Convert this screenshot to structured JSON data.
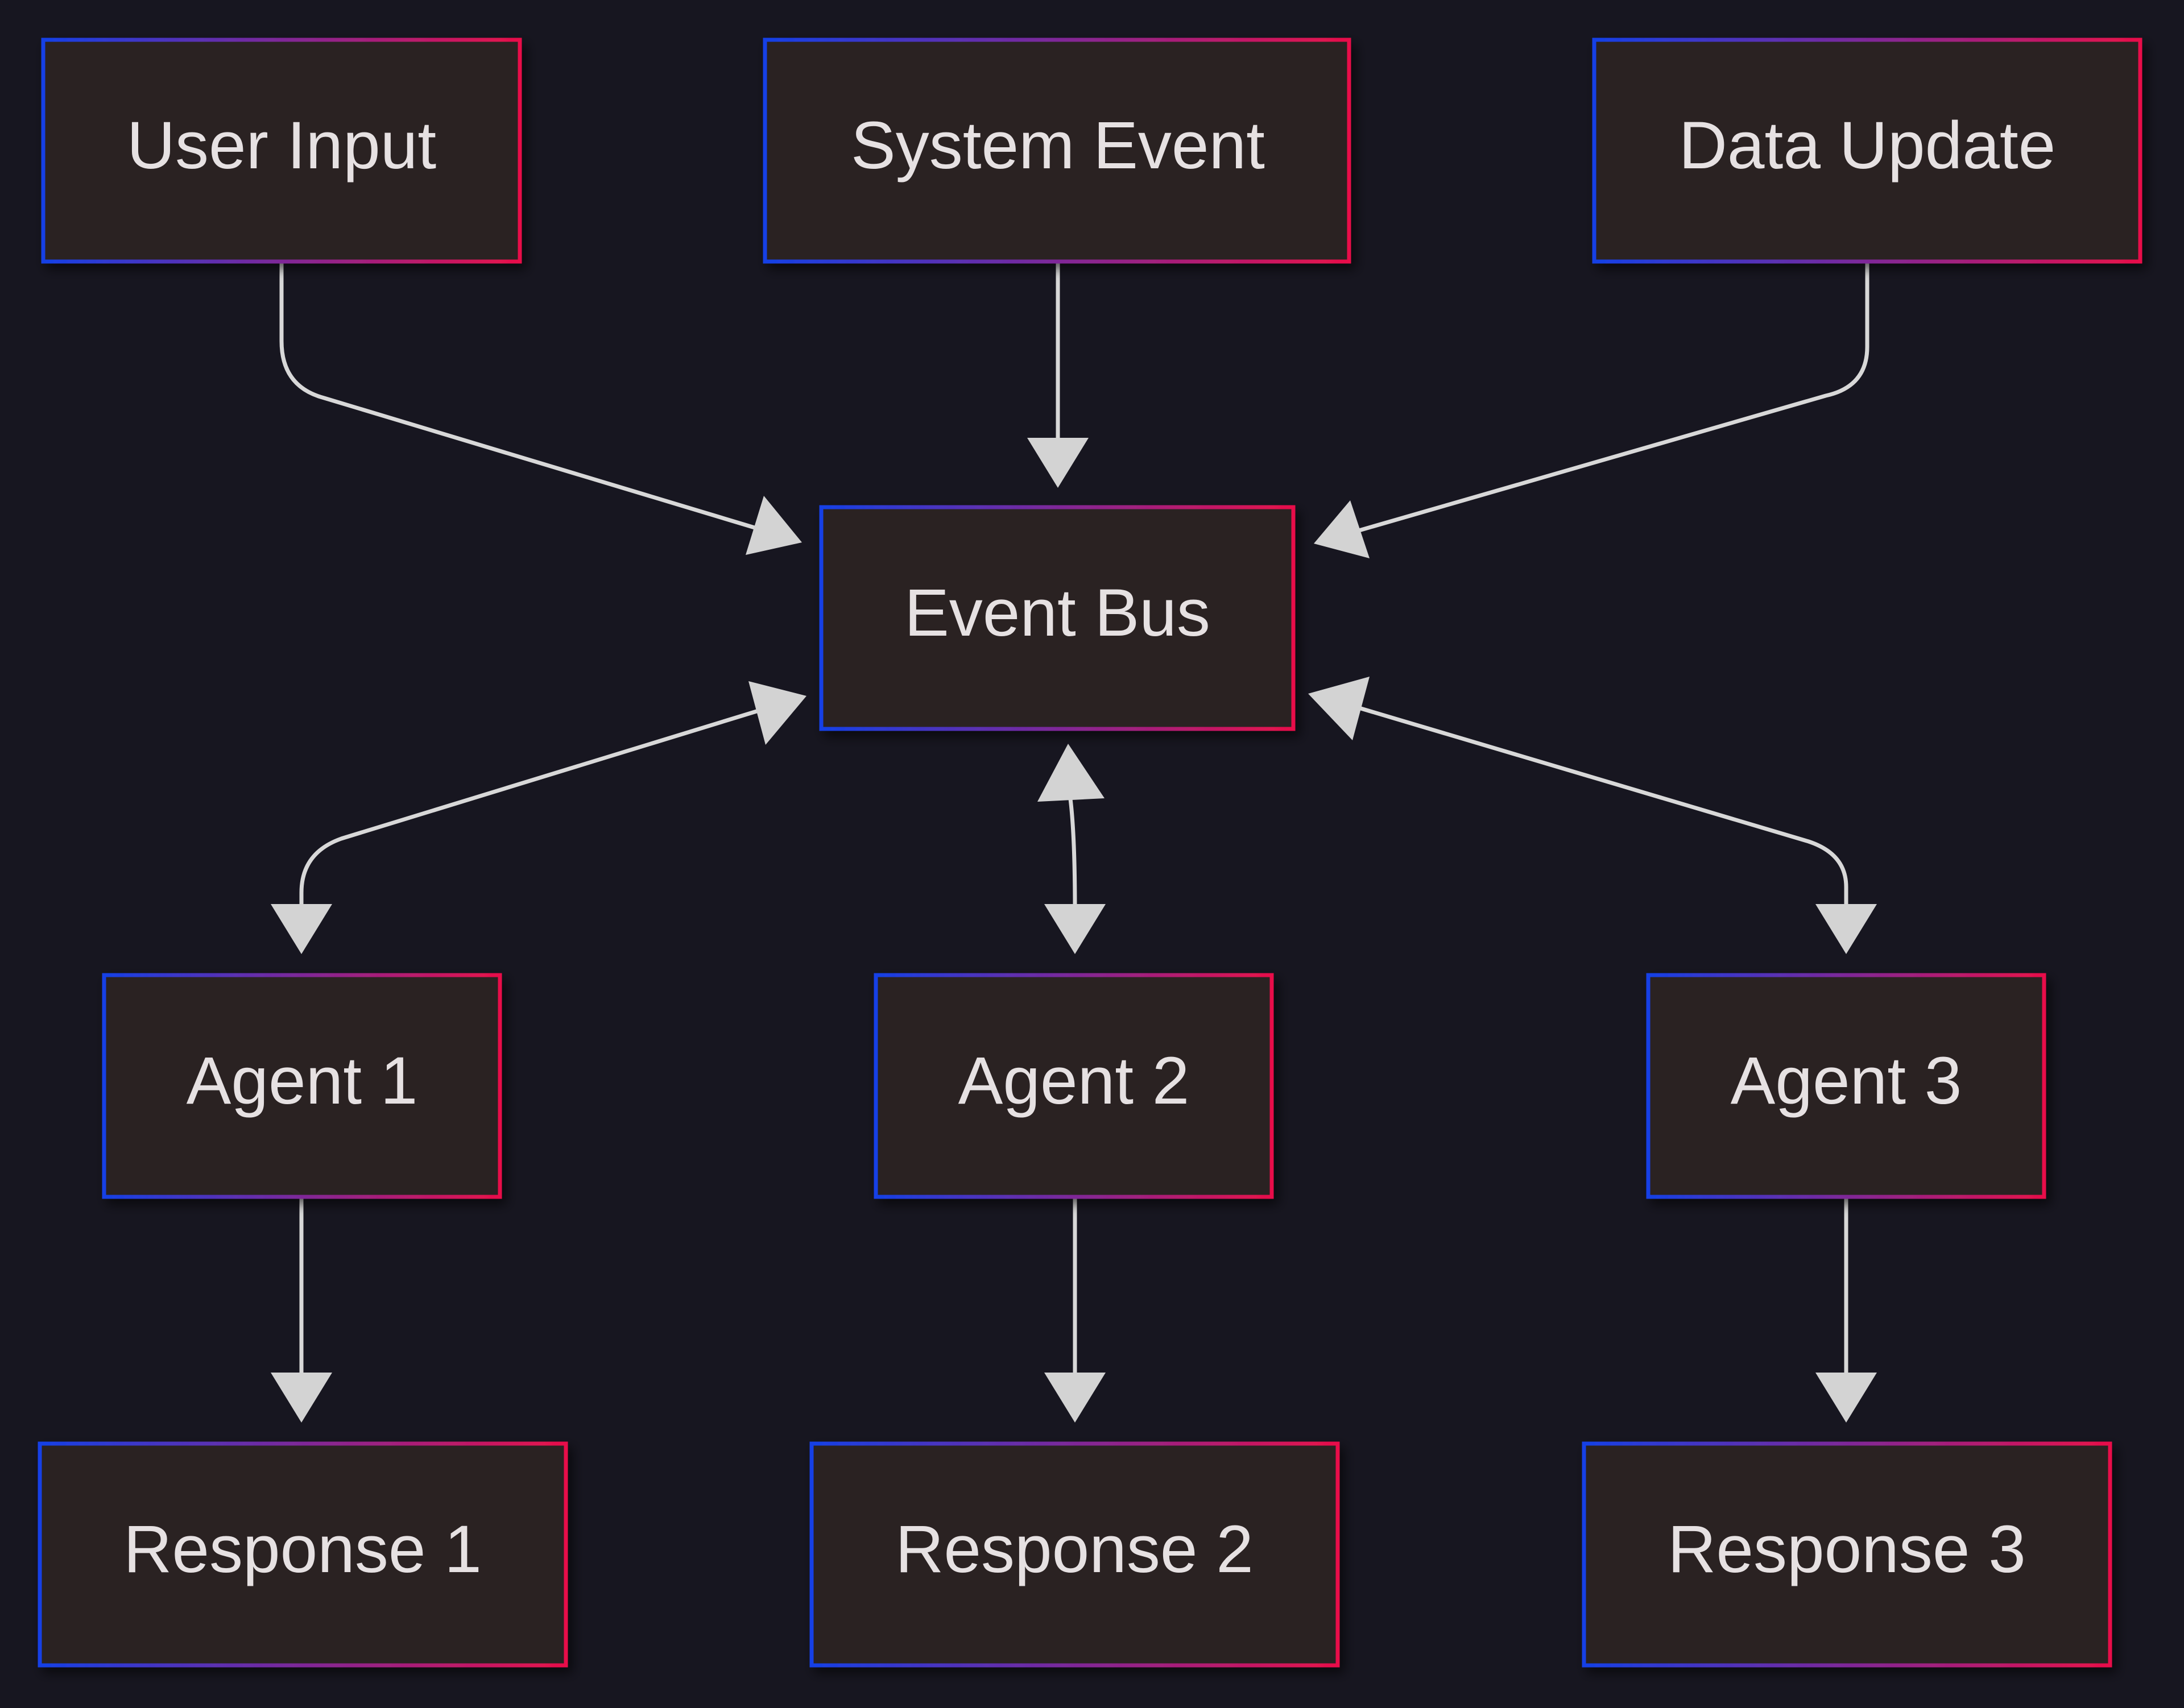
{
  "diagram": {
    "nodes": {
      "user_input": "User Input",
      "system_event": "System Event",
      "data_update": "Data Update",
      "event_bus": "Event Bus",
      "agent_1": "Agent 1",
      "agent_2": "Agent 2",
      "agent_3": "Agent 3",
      "response_1": "Response 1",
      "response_2": "Response 2",
      "response_3": "Response 3"
    },
    "colors": {
      "background": "#171620",
      "node_fill": "#2b2121",
      "border_start": "#1540e6",
      "border_end": "#e8104a",
      "edge": "#d8d8d8",
      "text": "#e6e1e2"
    }
  }
}
